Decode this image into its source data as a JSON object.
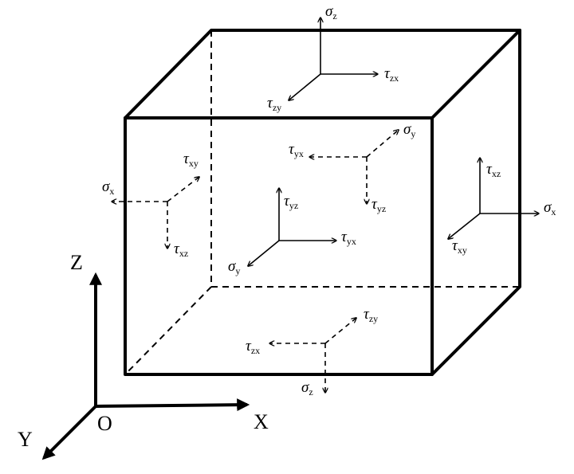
{
  "axes": {
    "z": "Z",
    "x": "X",
    "y": "Y",
    "origin": "O"
  },
  "stress_labels": {
    "top_sigma_z": {
      "sym": "σ",
      "sub": "z"
    },
    "top_tau_zx": {
      "sym": "τ",
      "sub": "zx"
    },
    "top_tau_zy": {
      "sym": "τ",
      "sub": "zy"
    },
    "back_sigma_y": {
      "sym": "σ",
      "sub": "y"
    },
    "back_tau_yx": {
      "sym": "τ",
      "sub": "yx"
    },
    "back_tau_yz": {
      "sym": "τ",
      "sub": "yz"
    },
    "front_tau_yz": {
      "sym": "τ",
      "sub": "yz"
    },
    "front_tau_yx": {
      "sym": "τ",
      "sub": "yx"
    },
    "front_sigma_y": {
      "sym": "σ",
      "sub": "y"
    },
    "left_tau_xy": {
      "sym": "τ",
      "sub": "xy"
    },
    "left_sigma_x": {
      "sym": "σ",
      "sub": "x"
    },
    "left_tau_xz": {
      "sym": "τ",
      "sub": "xz"
    },
    "right_tau_xz": {
      "sym": "τ",
      "sub": "xz"
    },
    "right_sigma_x": {
      "sym": "σ",
      "sub": "x"
    },
    "right_tau_xy": {
      "sym": "τ",
      "sub": "xy"
    },
    "bottom_tau_zy": {
      "sym": "τ",
      "sub": "zy"
    },
    "bottom_tau_zx": {
      "sym": "τ",
      "sub": "zx"
    },
    "bottom_sigma_z": {
      "sym": "σ",
      "sub": "z"
    }
  }
}
